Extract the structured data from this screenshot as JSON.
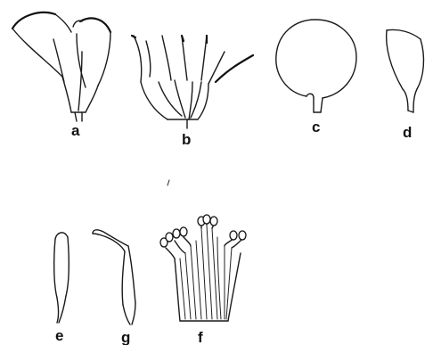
{
  "figures": {
    "a": {
      "label": "a"
    },
    "b": {
      "label": "b"
    },
    "c": {
      "label": "c"
    },
    "d": {
      "label": "d"
    },
    "e": {
      "label": "e"
    },
    "g": {
      "label": "g"
    },
    "f": {
      "label": "f"
    }
  }
}
